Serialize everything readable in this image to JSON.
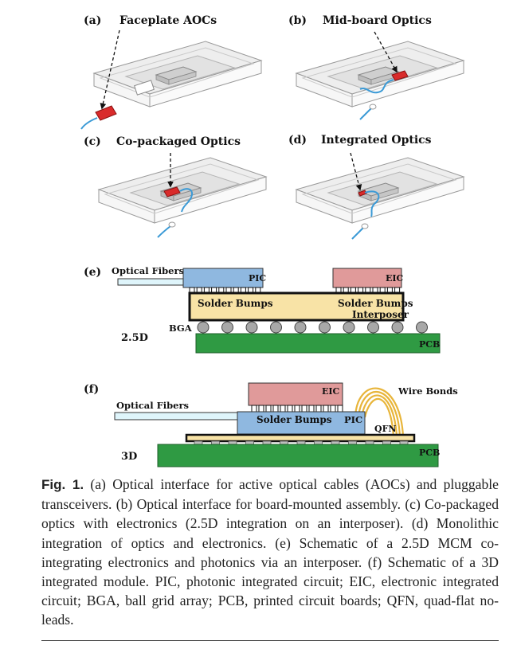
{
  "panels": {
    "a": {
      "tag": "(a)",
      "title": "Faceplate AOCs"
    },
    "b": {
      "tag": "(b)",
      "title": "Mid-board Optics"
    },
    "c": {
      "tag": "(c)",
      "title": "Co-packaged Optics"
    },
    "d": {
      "tag": "(d)",
      "title": "Integrated Optics"
    },
    "e": {
      "tag": "(e)",
      "optical_fibers": "Optical Fibers",
      "pic": "PIC",
      "eic": "EIC",
      "solder_bumps_left": "Solder Bumps",
      "solder_bumps_right": "Solder Bumps",
      "interposer": "Interposer",
      "bga": "BGA",
      "integration": "2.5D",
      "pcb": "PCB"
    },
    "f": {
      "tag": "(f)",
      "optical_fibers": "Optical Fibers",
      "eic": "EIC",
      "wire_bonds": "Wire Bonds",
      "solder_bumps": "Solder Bumps",
      "pic": "PIC",
      "qfn": "QFN",
      "integration": "3D",
      "pcb": "PCB"
    }
  },
  "caption": {
    "label": "Fig. 1.",
    "text": "(a) Optical interface for active optical cables (AOCs) and pluggable transceivers. (b) Optical interface for board-mounted assembly. (c) Co-packaged optics with electronics (2.5D integration on an interposer). (d) Monolithic integration of optics and electronics. (e) Schematic of a 2.5D MCM co-integrating electronics and photonics via an interposer. (f) Schematic of a 3D integrated module. PIC, photonic integrated circuit; EIC, electronic integrated circuit; BGA, ball grid array; PCB, printed circuit boards; QFN, quad-flat no-leads."
  },
  "colors": {
    "optical_module": "#d92b2b",
    "fiber": "#3b9ad6",
    "pic": "#8fb8e0",
    "eic": "#e09a9a",
    "interposer": "#f8e3a6",
    "pcb": "#2f9a43",
    "bond_wire": "#e8b53a",
    "enclosure": "#e6e6e6"
  }
}
